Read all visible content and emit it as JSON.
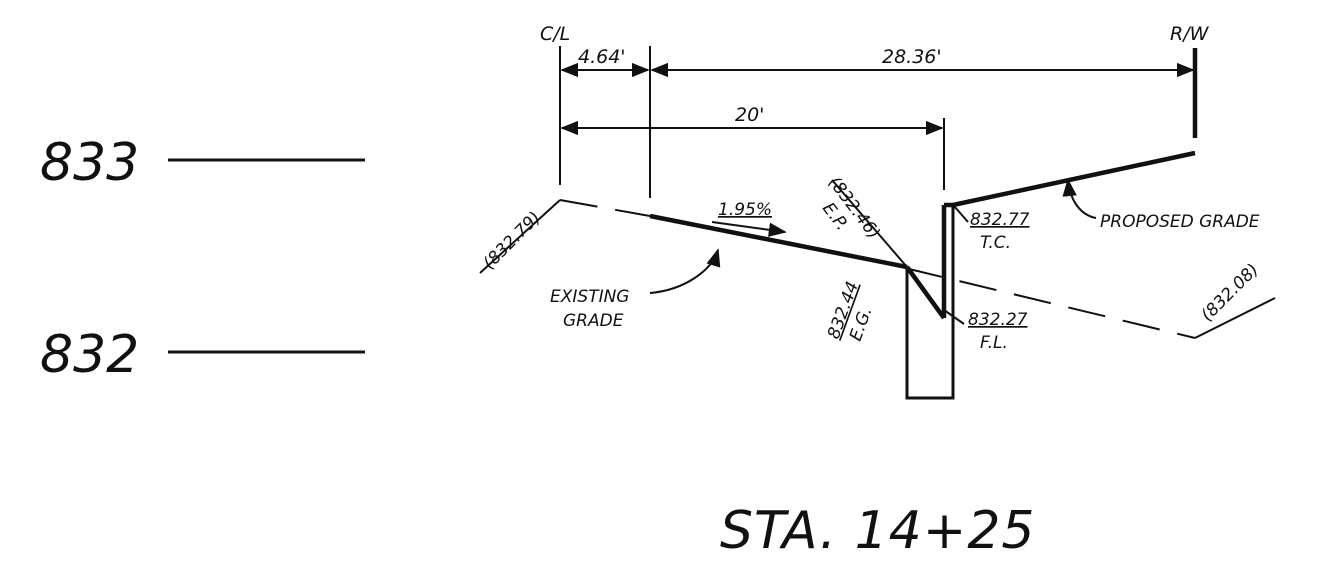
{
  "elevations": {
    "upper": "833",
    "lower": "832"
  },
  "labels": {
    "centerline": "C/L",
    "right_of_way": "R/W",
    "dim_4_64": "4.64'",
    "dim_28_36": "28.36'",
    "dim_20": "20'",
    "slope": "1.95%",
    "elev_cl": "(832.79)",
    "elev_ep": "(832.46)",
    "ep": "E.P.",
    "elev_eg": "832.44",
    "eg": "E.G.",
    "elev_tc": "832.77",
    "tc": "T.C.",
    "elev_fl": "832.27",
    "fl": "F.L.",
    "elev_rw": "(832.08)",
    "existing_grade_1": "EXISTING",
    "existing_grade_2": "GRADE",
    "proposed_grade": "PROPOSED GRADE",
    "station": "STA.  14+25"
  }
}
